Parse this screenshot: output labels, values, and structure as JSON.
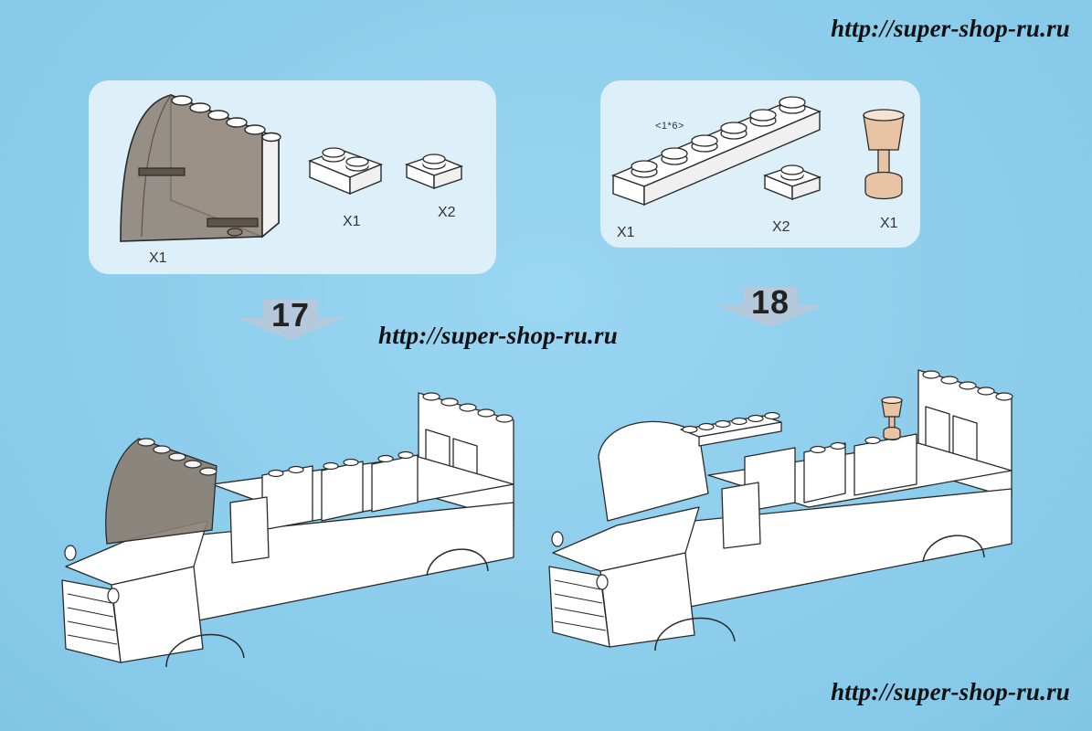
{
  "watermark": {
    "top": "http://super-shop-ru.ru",
    "middle": "http://super-shop-ru.ru",
    "bottom": "http://super-shop-ru.ru"
  },
  "step17": {
    "number": "17",
    "parts": [
      {
        "icon": "windshield-brick-icon",
        "qty": "X1"
      },
      {
        "icon": "brick-1x2-icon",
        "qty": "X1"
      },
      {
        "icon": "plate-1x1-icon",
        "qty": "X2"
      }
    ]
  },
  "step18": {
    "number": "18",
    "parts": [
      {
        "icon": "plate-1x6-icon",
        "label": "<1*6>",
        "qty": "X1"
      },
      {
        "icon": "plate-1x1-icon",
        "qty": "X2"
      },
      {
        "icon": "goblet-icon",
        "qty": "X1"
      }
    ]
  },
  "colors": {
    "background": "#8fd0ee",
    "panel": "#ddf0fa",
    "part_outline": "#2a2a2a",
    "part_fill": "#ffffff",
    "windshield": "#8a7e72",
    "goblet": "#e8c4a4",
    "arrow": "#b8c8d8"
  }
}
